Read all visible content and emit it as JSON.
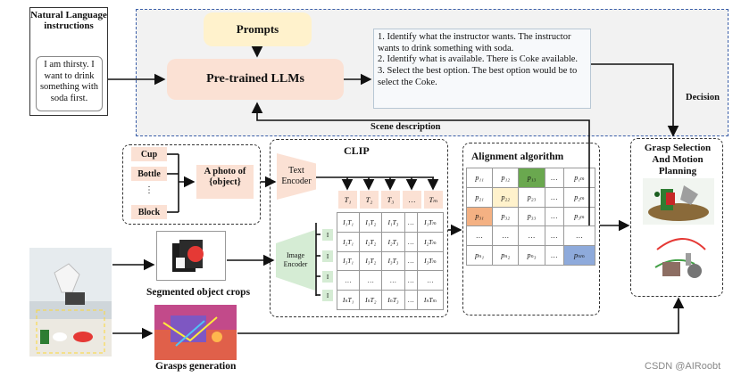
{
  "natural_language": {
    "title": "Natural Language instructions",
    "utterance": "I am thirsty. I want to drink something with soda first."
  },
  "prompts": {
    "label": "Prompts"
  },
  "llms": {
    "label": "Pre-trained LLMs"
  },
  "reasoning": {
    "steps": [
      "1. Identify what the instructor wants. The instructor wants to drink something with soda.",
      "2. Identify what is available. There is Coke available.",
      "3. Select the best option. The best option would be to select the Coke."
    ]
  },
  "labels": {
    "decision": "Decision",
    "scene_description": "Scene description",
    "segmented_crops": "Segmented object crops",
    "grasps_generation": "Grasps generation"
  },
  "categories": {
    "items": [
      "Cup",
      "Bottle",
      "⋮",
      "Block"
    ],
    "template": "A photo of {object}"
  },
  "clip": {
    "title": "CLIP",
    "text_encoder": "Text Encoder",
    "image_encoder": "Image Encoder",
    "text_tokens": [
      "T₁",
      "T₂",
      "T₃",
      "…",
      "Tₘ"
    ],
    "similarity_rows": [
      [
        "I₁T₁",
        "I₁T₂",
        "I₁T₃",
        "…",
        "I₁Tₘ"
      ],
      [
        "I₂T₁",
        "I₂T₂",
        "I₂T₃",
        "…",
        "I₂Tₘ"
      ],
      [
        "I₃T₁",
        "I₃T₂",
        "I₃T₃",
        "…",
        "I₃Tₘ"
      ],
      [
        "…",
        "…",
        "…",
        "…",
        "…"
      ],
      [
        "IₙT₁",
        "IₙT₂",
        "IₙT₃",
        "…",
        "IₙTₘ"
      ]
    ]
  },
  "alignment": {
    "title": "Alignment algorithm",
    "rows": [
      [
        "p₁₁",
        "p₁₂",
        "p₁₃",
        "…",
        "p₁ₘ"
      ],
      [
        "p₂₁",
        "p₂₂",
        "p₂₃",
        "…",
        "p₂ₘ"
      ],
      [
        "p₃₁",
        "p₃₂",
        "p₃₃",
        "…",
        "p₃ₘ"
      ],
      [
        "…",
        "…",
        "…",
        "…",
        "…"
      ],
      [
        "pₙ₁",
        "pₙ₂",
        "pₙ₃",
        "…",
        "pₙₘ"
      ]
    ],
    "highlight_colors": {
      "green": "#6aa84f",
      "yellow": "#fff2cc",
      "orange": "#f4b183",
      "blue": "#8eaadb"
    }
  },
  "grasp": {
    "title": "Grasp Selection And Motion Planning"
  },
  "watermark": "CSDN @AIRoobt",
  "colors": {
    "peach": "#fbe1d4",
    "cream": "#fff2cc",
    "mint": "#d5ecd4",
    "region_border": "#3a5ea8"
  }
}
